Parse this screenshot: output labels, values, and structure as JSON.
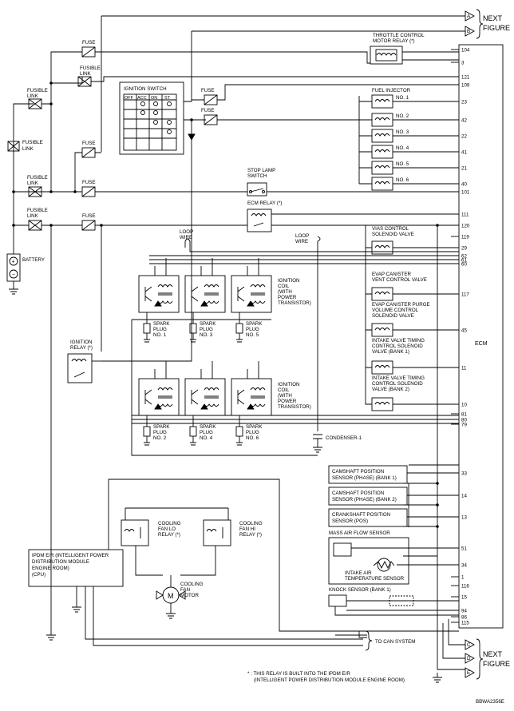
{
  "connectors": {
    "next_figure": [
      "NEXT",
      "FIGURE"
    ],
    "top": [
      "A",
      "B"
    ],
    "bottom": [
      "C",
      "D",
      "E"
    ]
  },
  "labels": {
    "fuse": "FUSE",
    "fusible_link": [
      "FUSIBLE",
      "LINK"
    ],
    "battery": "BATTERY",
    "ignition_switch": "IGNITION SWITCH",
    "switch_cols": [
      "OFF",
      "ACC",
      "ON",
      "ST"
    ],
    "throttle_relay": [
      "THROTTLE CONTROL",
      "MOTOR RELAY (*)"
    ],
    "fuel_injector": "FUEL INJECTOR",
    "injectors": [
      "NO. 1",
      "NO. 2",
      "NO. 3",
      "NO. 4",
      "NO. 5",
      "NO. 6"
    ],
    "stop_lamp": [
      "STOP LAMP",
      "SWITCH"
    ],
    "ecm_relay": "ECM RELAY (*)",
    "loop_wire": [
      "LOOP",
      "WIRE"
    ],
    "vias": [
      "VIAS CONTROL",
      "SOLENOID VALVE"
    ],
    "evap_vent": [
      "EVAP CANISTER",
      "VENT CONTROL VALVE"
    ],
    "evap_purge": [
      "EVAP CANISTER PURGE",
      "VOLUME CONTROL",
      "SOLENOID VALVE"
    ],
    "ivt1": [
      "INTAKE VALVE TIMING",
      "CONTROL SOLENOID",
      "VALVE (BANK 1)"
    ],
    "ivt2": [
      "INTAKE VALVE TIMING",
      "CONTROL SOLENOID",
      "VALVE (BANK 2)"
    ],
    "ign_coil": [
      "IGNITION",
      "COIL",
      "(WITH",
      "POWER",
      "TRANSISTOR)"
    ],
    "spark_plug": [
      "SPARK",
      "PLUG"
    ],
    "plugs_top": [
      "NO. 1",
      "NO. 3",
      "NO. 5"
    ],
    "plugs_bottom": [
      "NO. 2",
      "NO. 4",
      "NO. 6"
    ],
    "ignition_relay": [
      "IGNITION",
      "RELAY (*)"
    ],
    "condenser": "CONDENSER-1",
    "ecm": "ECM",
    "cmp1": [
      "CAMSHAFT POSITION",
      "SENSOR (PHASE) (BANK 1)"
    ],
    "cmp2": [
      "CAMSHAFT POSITION",
      "SENSOR (PHASE) (BANK 2)"
    ],
    "ckp": [
      "CRANKSHAFT POSITION",
      "SENSOR (POS)"
    ],
    "maf": "MASS AIR FLOW SENSOR",
    "iat": [
      "INTAKE AIR",
      "TEMPERATURE SENSOR"
    ],
    "knock": "KNOCK SENSOR (BANK 1)",
    "fan_lo": [
      "COOLING",
      "FAN LO",
      "RELAY (*)"
    ],
    "fan_hi": [
      "COOLING",
      "FAN HI",
      "RELAY (*)"
    ],
    "fan_motor": [
      "COOLING",
      "FAN",
      "MOTOR"
    ],
    "motor_symbol": "M",
    "ipdm": [
      "IPDM E/R (INTELLIGENT POWER",
      "DISTRIBUTION MODULE",
      "ENGINE ROOM)",
      "(CPU)"
    ],
    "can": "TO CAN SYSTEM",
    "footnote": [
      "* : THIS RELAY IS BUILT INTO THE IPDM E/R",
      "(INTELLIGENT POWER DISTRIBUTION MODULE ENGINE ROOM)"
    ],
    "figure_code": "BBWA2356E"
  },
  "pins": [
    "104",
    "3",
    "121",
    "109",
    "23",
    "42",
    "22",
    "41",
    "21",
    "40",
    "101",
    "111",
    "120",
    "119",
    "29",
    "62",
    "61",
    "60",
    "117",
    "45",
    "11",
    "10",
    "81",
    "80",
    "79",
    "33",
    "14",
    "13",
    "51",
    "34",
    "1",
    "116",
    "15",
    "94",
    "86",
    "115"
  ]
}
